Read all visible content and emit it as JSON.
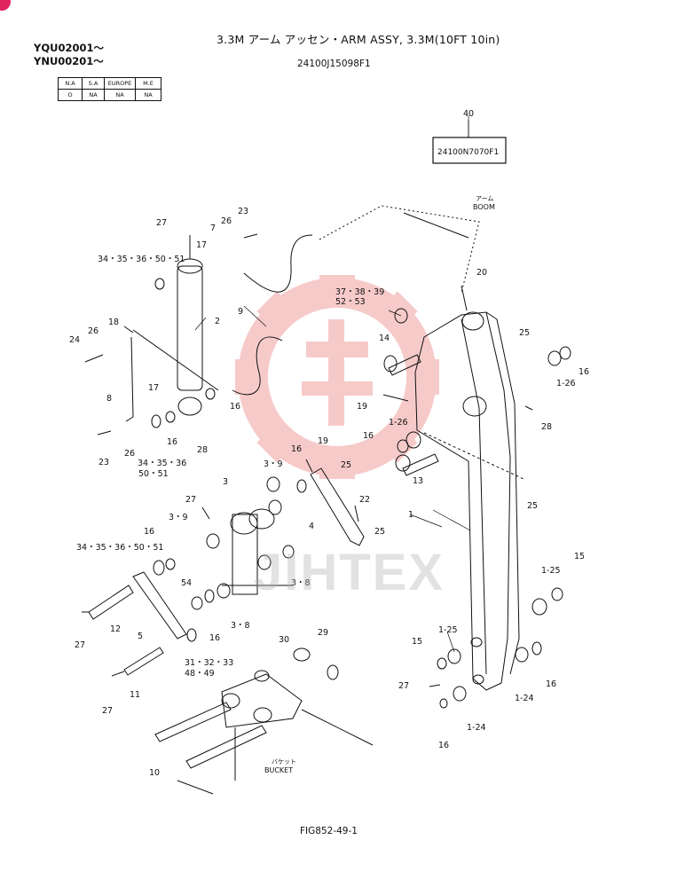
{
  "header": {
    "title": "3.3M アーム アッセン・ARM ASSY, 3.3M(10FT 10in)",
    "serial_1": "YQU02001～",
    "serial_2": "YNU00201～",
    "drawing_no": "24100J15098F1"
  },
  "applicability": {
    "headers": [
      "N.A",
      "S.A",
      "EUROPE",
      "M.E"
    ],
    "values": [
      "O",
      "NA",
      "NA",
      "NA"
    ]
  },
  "part_no_box": {
    "ref": "40",
    "part_no": "24100N7070F1"
  },
  "labels": {
    "boom_jp": "アーム",
    "boom": "BOOM",
    "bucket_jp": "バケット",
    "bucket": "BUCKET"
  },
  "callouts": [
    {
      "id": "c1",
      "text": "27"
    },
    {
      "id": "c2",
      "text": "23"
    },
    {
      "id": "c3",
      "text": "26"
    },
    {
      "id": "c4",
      "text": "7"
    },
    {
      "id": "c5",
      "text": "17"
    },
    {
      "id": "c6",
      "text": "34・35・36・50・51"
    },
    {
      "id": "c7",
      "text": "2"
    },
    {
      "id": "c8",
      "text": "9"
    },
    {
      "id": "c9",
      "text": "18"
    },
    {
      "id": "c10",
      "text": "26"
    },
    {
      "id": "c11",
      "text": "24"
    },
    {
      "id": "c12",
      "text": "8"
    },
    {
      "id": "c13",
      "text": "17"
    },
    {
      "id": "c14",
      "text": "16"
    },
    {
      "id": "c15",
      "text": "16"
    },
    {
      "id": "c16",
      "text": "34・35・36"
    },
    {
      "id": "c17",
      "text": "50・51"
    },
    {
      "id": "c18",
      "text": "28"
    },
    {
      "id": "c19",
      "text": "23"
    },
    {
      "id": "c20",
      "text": "26"
    },
    {
      "id": "c21",
      "text": "20"
    },
    {
      "id": "c22",
      "text": "37・38・39"
    },
    {
      "id": "c23",
      "text": "52・53"
    },
    {
      "id": "c24",
      "text": "14"
    },
    {
      "id": "c25",
      "text": "25"
    },
    {
      "id": "c26",
      "text": "16"
    },
    {
      "id": "c27",
      "text": "1-26"
    },
    {
      "id": "c28",
      "text": "19"
    },
    {
      "id": "c29",
      "text": "1-26"
    },
    {
      "id": "c30",
      "text": "28"
    },
    {
      "id": "c31",
      "text": "16"
    },
    {
      "id": "c32",
      "text": "19"
    },
    {
      "id": "c33",
      "text": "16"
    },
    {
      "id": "c34",
      "text": "3・9"
    },
    {
      "id": "c35",
      "text": "25"
    },
    {
      "id": "c36",
      "text": "13"
    },
    {
      "id": "c37",
      "text": "25"
    },
    {
      "id": "c38",
      "text": "22"
    },
    {
      "id": "c39",
      "text": "27"
    },
    {
      "id": "c40",
      "text": "3"
    },
    {
      "id": "c41",
      "text": "3・9"
    },
    {
      "id": "c42",
      "text": "4"
    },
    {
      "id": "c43",
      "text": "1"
    },
    {
      "id": "c44",
      "text": "25"
    },
    {
      "id": "c45",
      "text": "16"
    },
    {
      "id": "c46",
      "text": "34・35・36・50・51"
    },
    {
      "id": "c47",
      "text": "3・8"
    },
    {
      "id": "c48",
      "text": "54"
    },
    {
      "id": "c49",
      "text": "12"
    },
    {
      "id": "c50",
      "text": "27"
    },
    {
      "id": "c51",
      "text": "5"
    },
    {
      "id": "c52",
      "text": "3・8"
    },
    {
      "id": "c53",
      "text": "16"
    },
    {
      "id": "c54",
      "text": "31・32・33"
    },
    {
      "id": "c55",
      "text": "48・49"
    },
    {
      "id": "c56",
      "text": "30"
    },
    {
      "id": "c57",
      "text": "29"
    },
    {
      "id": "c58",
      "text": "1-25"
    },
    {
      "id": "c59",
      "text": "15"
    },
    {
      "id": "c60",
      "text": "1-25"
    },
    {
      "id": "c61",
      "text": "15"
    },
    {
      "id": "c62",
      "text": "11"
    },
    {
      "id": "c63",
      "text": "27"
    },
    {
      "id": "c64",
      "text": "27"
    },
    {
      "id": "c65",
      "text": "1-24"
    },
    {
      "id": "c66",
      "text": "1-24"
    },
    {
      "id": "c67",
      "text": "16"
    },
    {
      "id": "c68",
      "text": "16"
    },
    {
      "id": "c69",
      "text": "10"
    }
  ],
  "footer": {
    "figure_no": "FIG852-49-1"
  },
  "watermark": {
    "text": "JIHTEX",
    "color": "#f2a0a0"
  },
  "colors": {
    "ink": "#111111",
    "watermark_red": "#f2a0a0",
    "corner_badge": "#e0245e"
  }
}
